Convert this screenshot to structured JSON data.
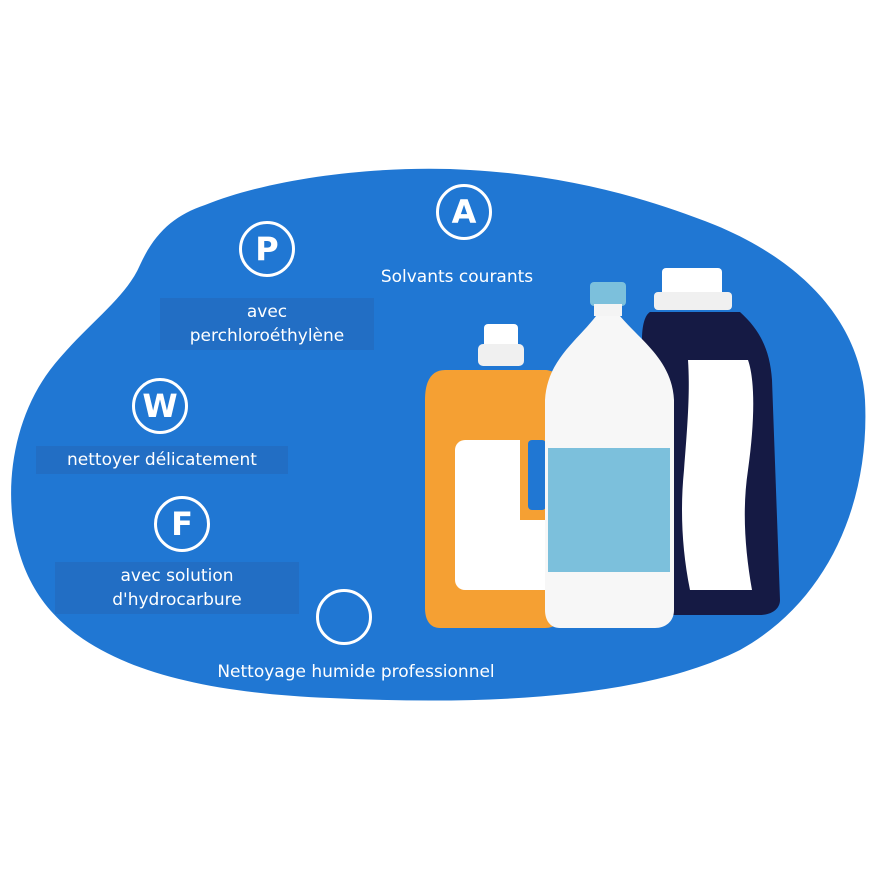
{
  "colors": {
    "background": "#ffffff",
    "blob": "#2077d3",
    "text": "#ffffff",
    "orange_bottle": "#f5a033",
    "light_blue_label": "#7cc0dc",
    "dark_bottle": "#151a44"
  },
  "items": [
    {
      "symbol": "A",
      "label_lines": [
        "Solvants courants"
      ]
    },
    {
      "symbol": "P",
      "label_lines": [
        "avec",
        "perchloroéthylène"
      ]
    },
    {
      "symbol": "W",
      "label_lines": [
        "nettoyer délicatement"
      ]
    },
    {
      "symbol": "F",
      "label_lines": [
        "avec solution",
        "d'hydrocarbure"
      ]
    },
    {
      "symbol": "",
      "label_lines": [
        "Nettoyage humide professionnel"
      ]
    }
  ],
  "illustration": {
    "icons": [
      "orange-detergent-bottle-icon",
      "white-bleach-bottle-icon",
      "dark-detergent-bottle-icon"
    ]
  }
}
